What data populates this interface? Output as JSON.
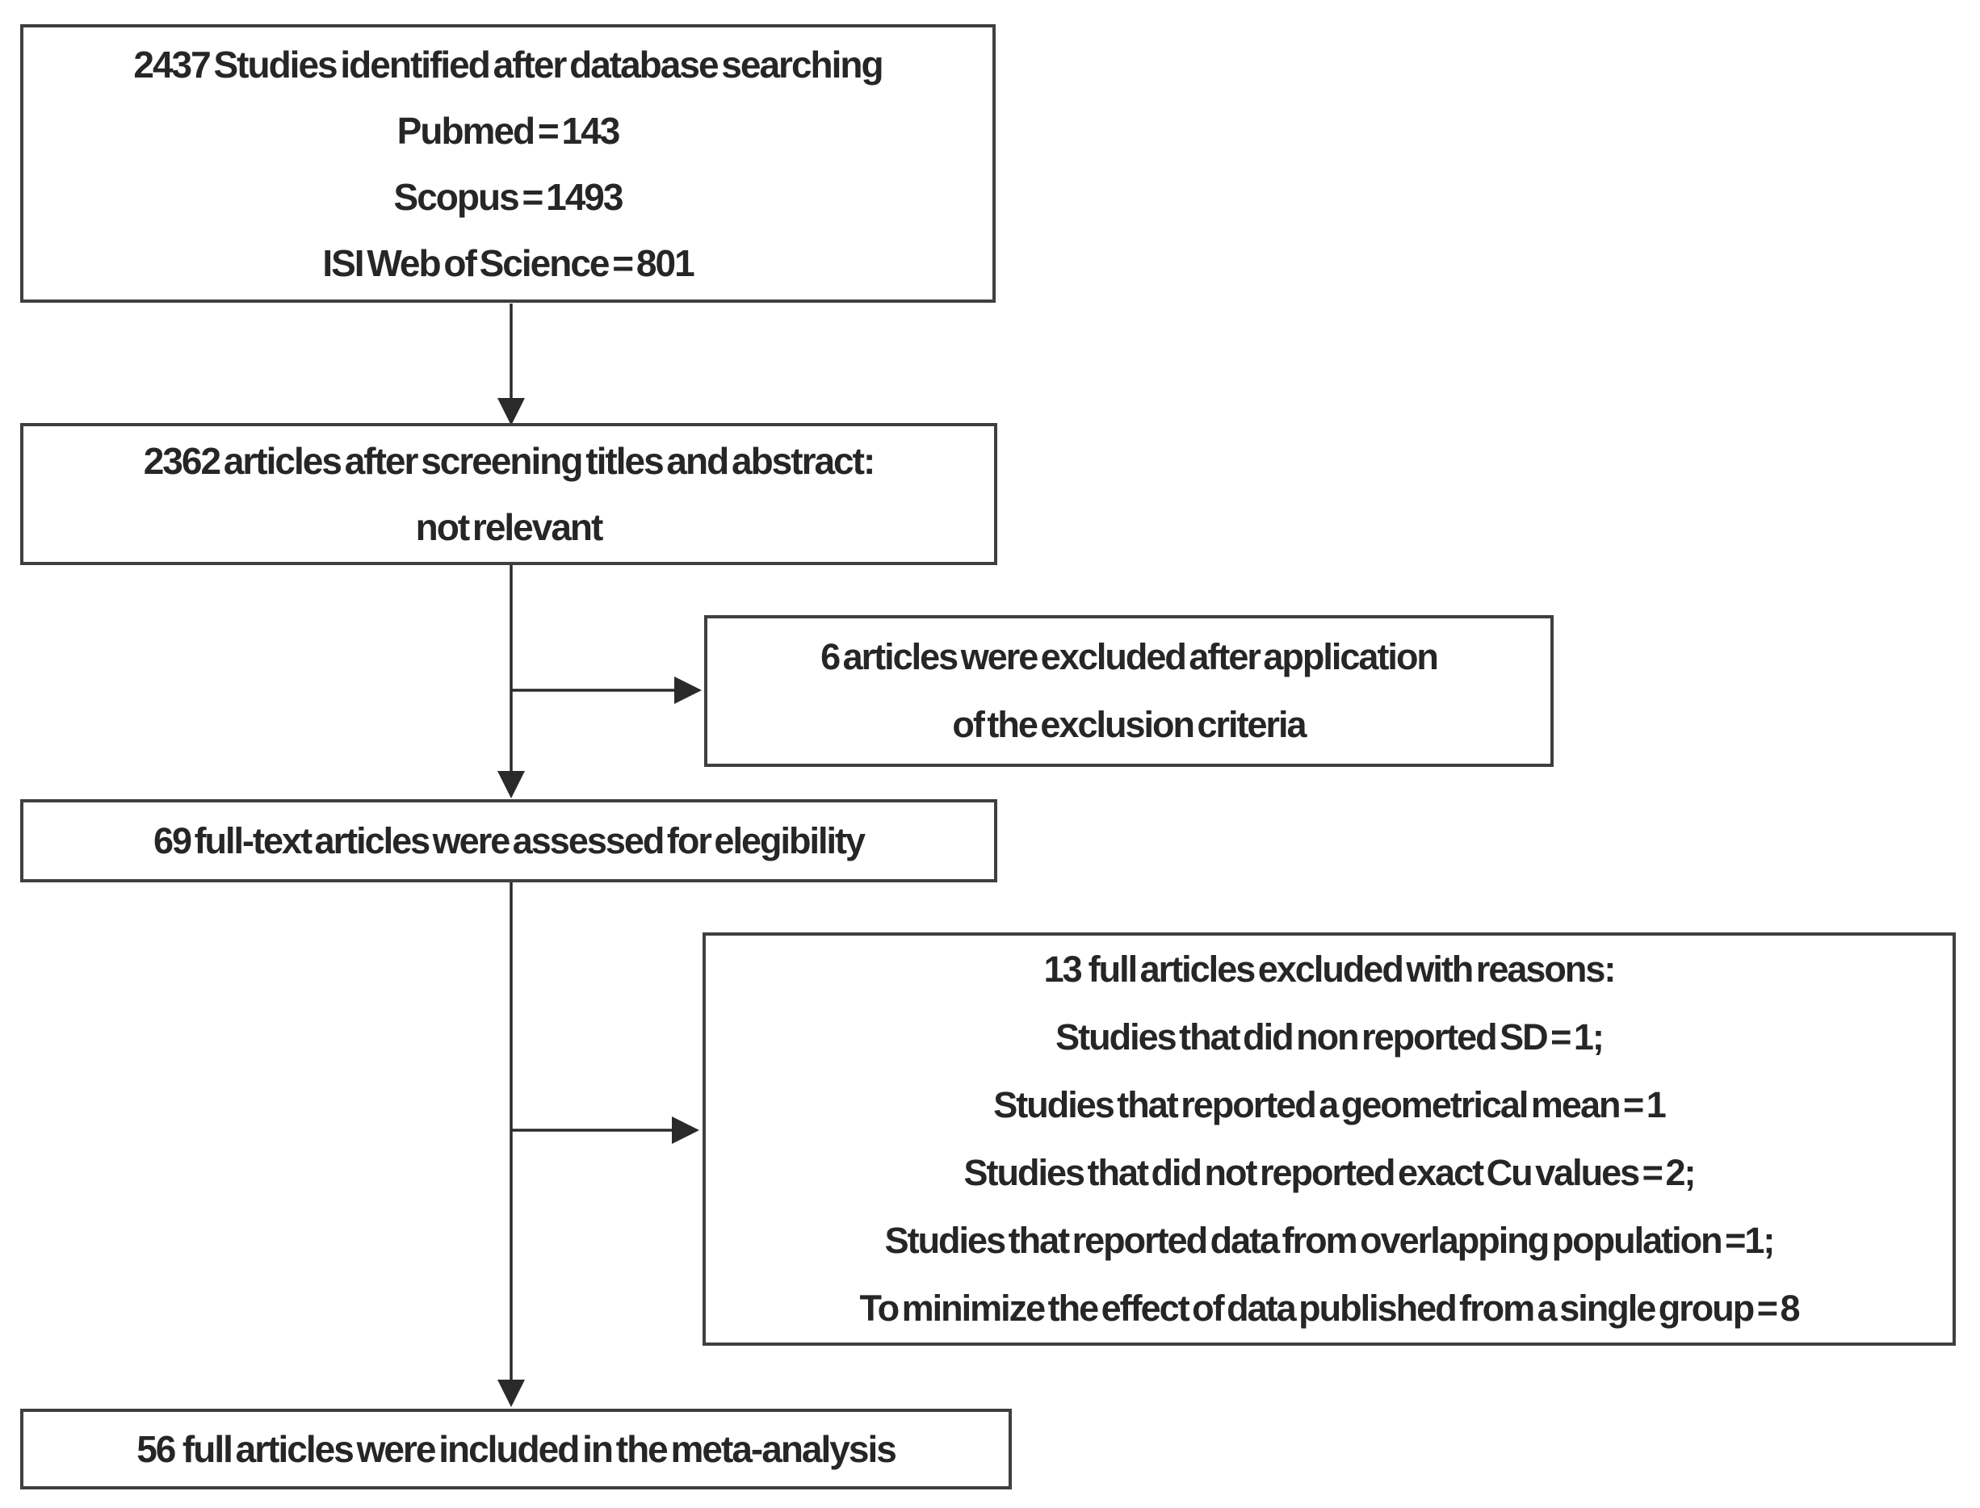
{
  "figure": {
    "type": "flowchart",
    "description_visible": false
  },
  "boxes": {
    "identified": {
      "lines": [
        "2437 Studies identified after database searching",
        "Pubmed = 143",
        "Scopus = 1493",
        "ISI Web of Science = 801"
      ]
    },
    "screening": {
      "lines": [
        "2362 articles after screening titles and abstract:",
        "not relevant"
      ]
    },
    "excluded_criteria": {
      "lines": [
        "6 articles were excluded after application",
        "of the exclusion criteria"
      ]
    },
    "fulltext": {
      "lines": [
        "69 full-text articles were assessed for elegibility"
      ]
    },
    "excluded_reasons": {
      "lines": [
        "13  full articles excluded with reasons:",
        "Studies that did non reported SD = 1;",
        "Studies that reported a geometrical mean = 1",
        "Studies that did not reported exact Cu values = 2;",
        "Studies that reported data from overlapping population =1;",
        "To minimize the effect of data published from a single group = 8"
      ]
    },
    "included": {
      "lines": [
        "56  full articles were included in the meta-analysis"
      ]
    }
  },
  "colors": {
    "border": "#3f3f3f",
    "text": "#262626",
    "arrow": "#2a2a2a",
    "background": "#ffffff"
  }
}
